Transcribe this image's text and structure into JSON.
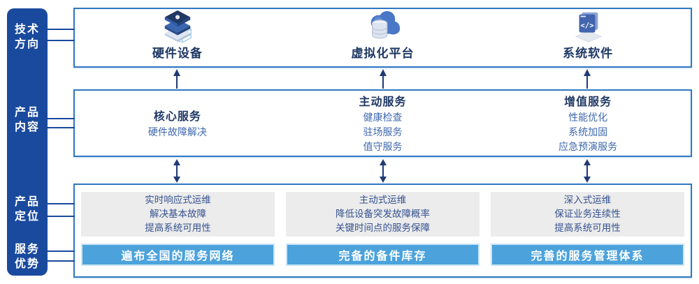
{
  "colors": {
    "sidebar_bg": "#1a4a9e",
    "box_border": "#2e78c4",
    "advantage_bar_bg": "#4ca2db",
    "advantage_bar_border": "#c9e5f6",
    "gray_panel_bg": "#ececec",
    "title_text": "#1f3864",
    "body_text": "#3f68ac",
    "arrow": "#203a75"
  },
  "sidebar": {
    "items": [
      {
        "line1": "技术",
        "line2": "方向"
      },
      {
        "line1": "产品",
        "line2": "内容"
      },
      {
        "line1": "产品",
        "line2": "定位"
      },
      {
        "line1": "服务",
        "line2": "优势"
      }
    ]
  },
  "tech_direction": {
    "items": [
      {
        "icon": "hardware-stack-icon",
        "label": "硬件设备"
      },
      {
        "icon": "cloud-database-icon",
        "label": "虚拟化平台"
      },
      {
        "icon": "code-window-icon",
        "label": "系统软件"
      }
    ]
  },
  "product_content": {
    "columns": [
      {
        "title": "核心服务",
        "items": [
          "硬件故障解决"
        ]
      },
      {
        "title": "主动服务",
        "items": [
          "健康检查",
          "驻场服务",
          "值守服务"
        ]
      },
      {
        "title": "增值服务",
        "items": [
          "性能优化",
          "系统加固",
          "应急预演服务"
        ]
      }
    ]
  },
  "product_positioning": {
    "columns": [
      {
        "lines": [
          "实时响应式运维",
          "解决基本故障",
          "提高系统可用性"
        ],
        "advantage": "遍布全国的服务网络"
      },
      {
        "lines": [
          "主动式运维",
          "降低设备突发故障概率",
          "关键时间点的服务保障"
        ],
        "advantage": "完备的备件库存"
      },
      {
        "lines": [
          "深入式运维",
          "保证业务连续性",
          "提高系统可用性"
        ],
        "advantage": "完善的服务管理体系"
      }
    ]
  }
}
